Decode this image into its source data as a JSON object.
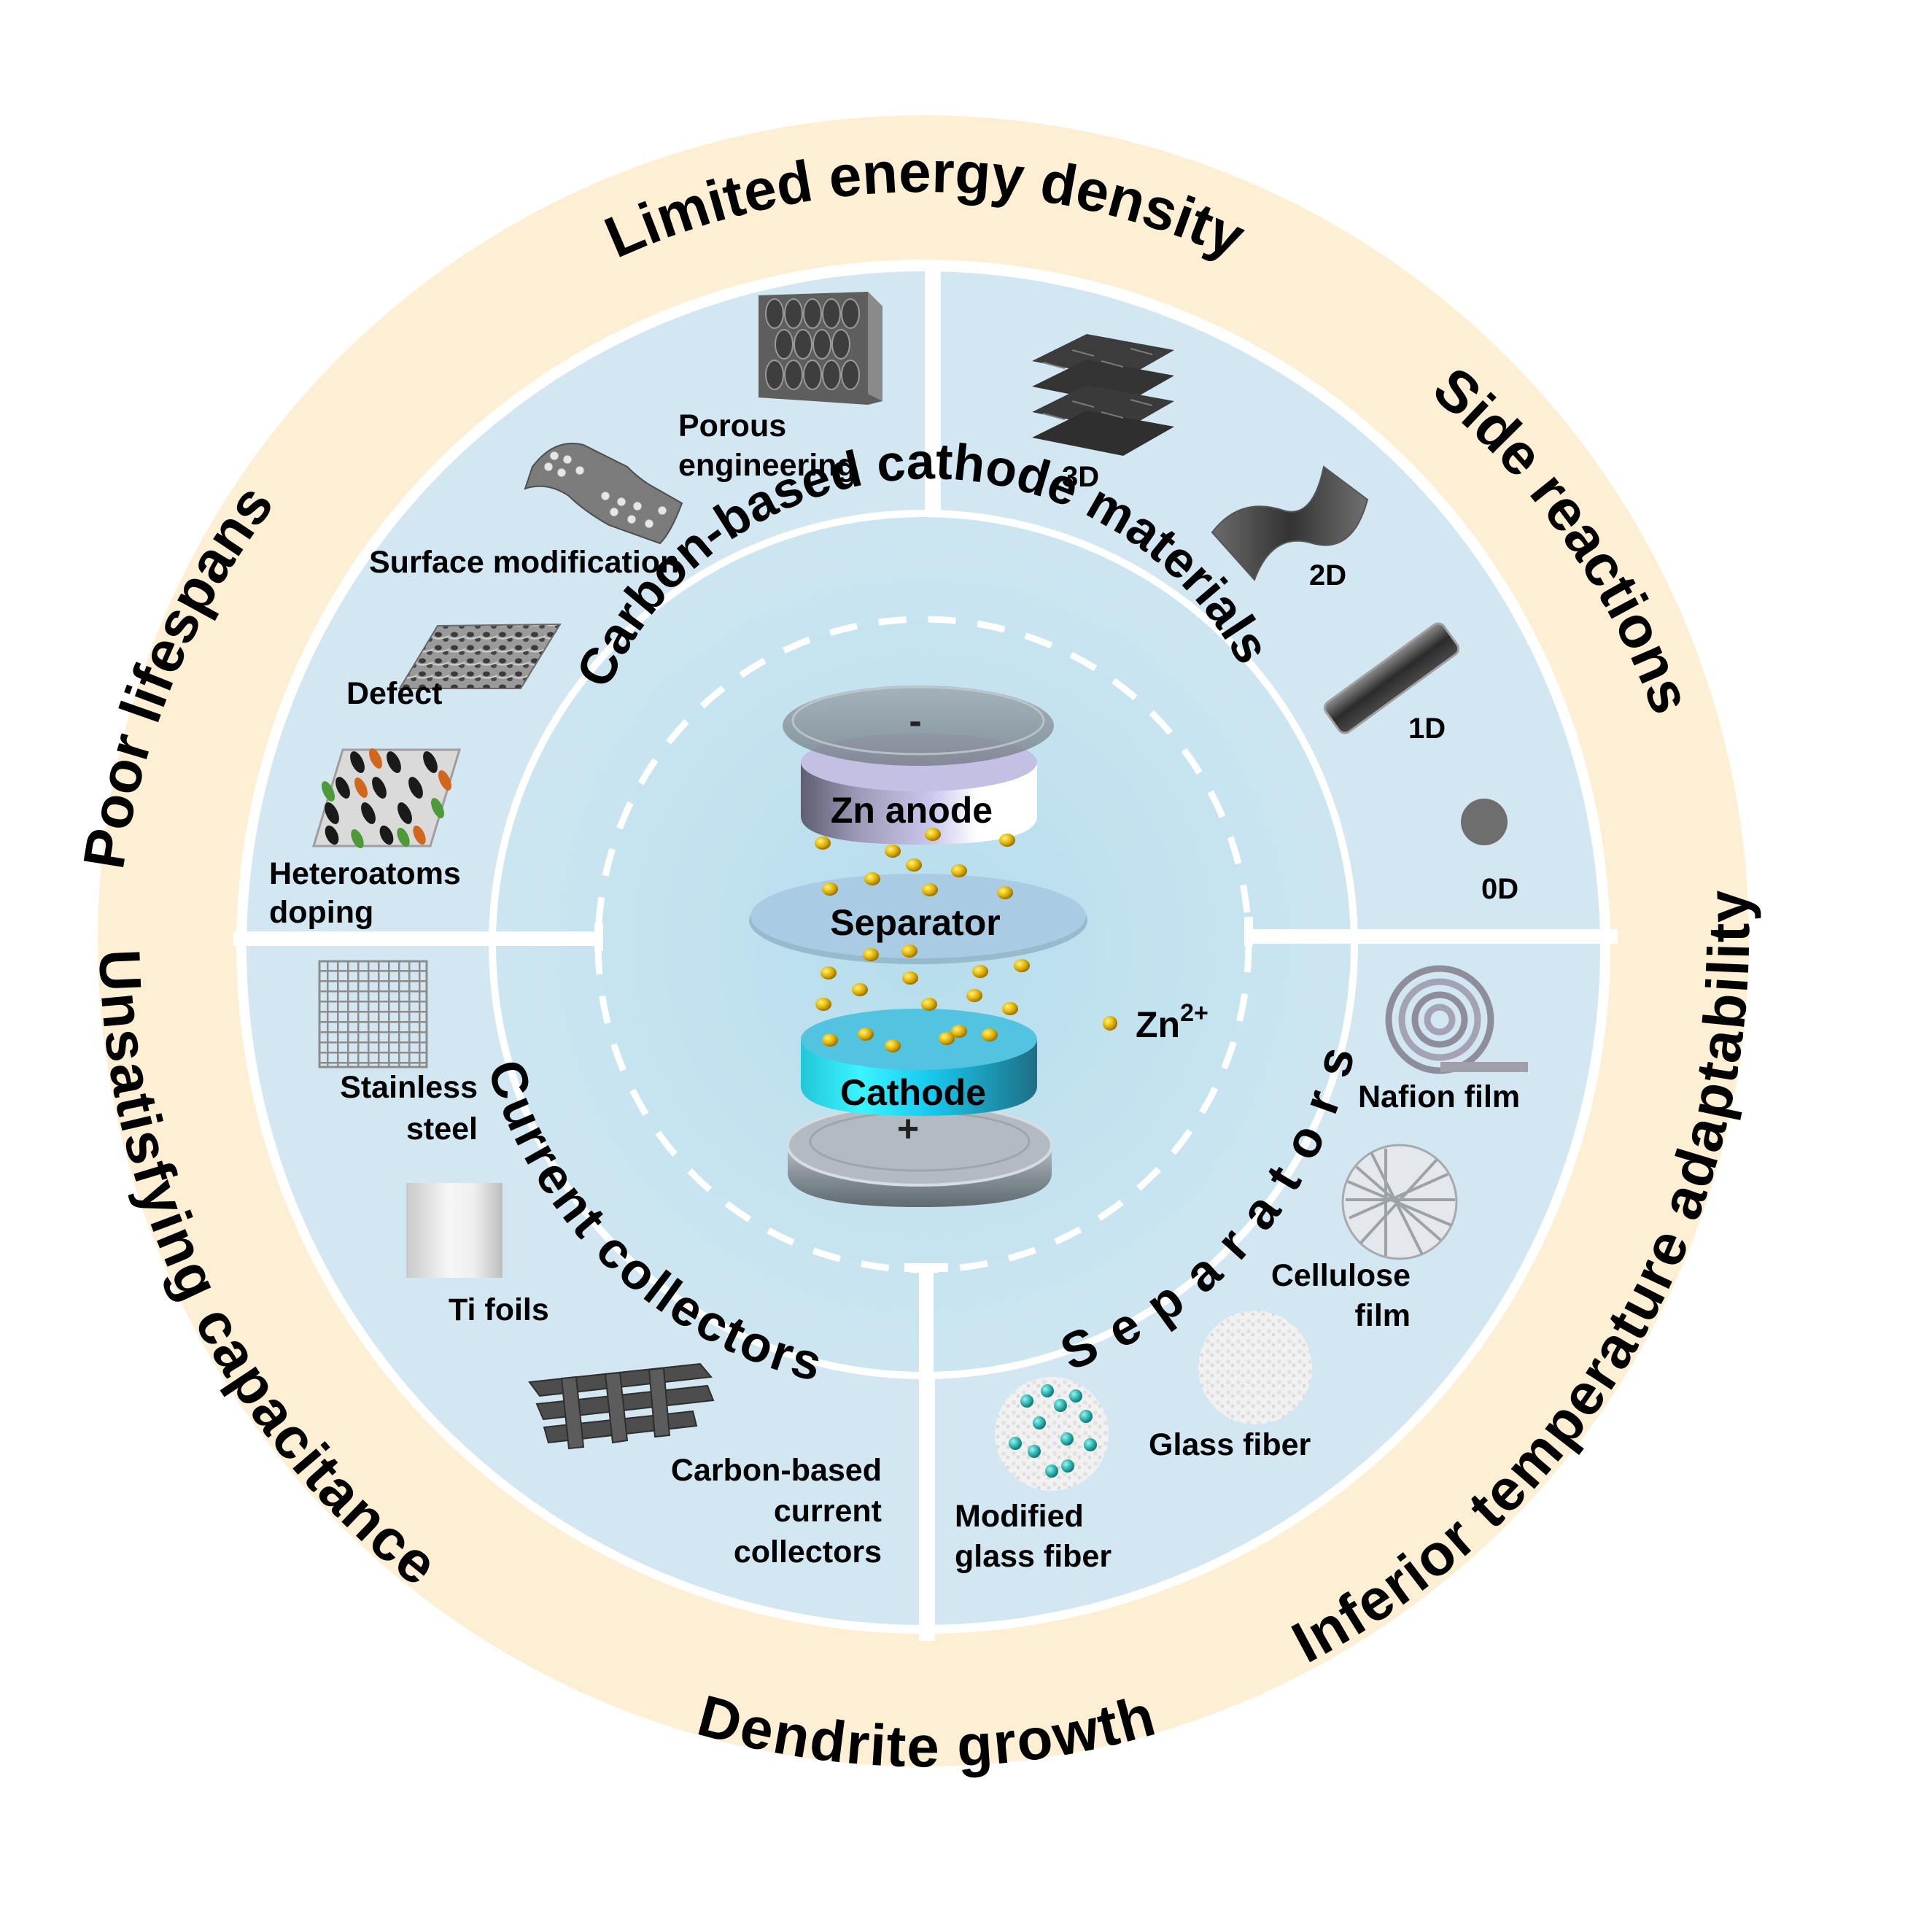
{
  "figure": {
    "type": "circular schematic",
    "topic": "Carbon-based materials for zinc-ion battery cathodes"
  },
  "outer_ring": {
    "challenges": {
      "top": "Limited energy density",
      "top_right": "Side reactions",
      "bottom_right": "Inferior temperature adaptability",
      "bottom": "Dendrite growth",
      "bottom_left": "Unsatisfying capacitance",
      "top_left": "Poor lifespans"
    },
    "colors": {
      "ring": "#FDEFD4",
      "panel": "#D2E7F2",
      "center": "#BCE0EE",
      "divider": "#FFFFFF"
    }
  },
  "inner_ring": {
    "cathode_title": "Carbon-based cathode materials",
    "collectors_title": "Current collectors",
    "separators_title": "Separators"
  },
  "quadrants": {
    "cathode_strategies": {
      "porous": [
        "Porous",
        "engineering"
      ],
      "surface": "Surface modification",
      "defect": "Defect",
      "heteroatoms": [
        "Heteroatoms",
        "doping"
      ]
    },
    "dimensions": {
      "d3": "3D",
      "d2": "2D",
      "d1": "1D",
      "d0": "0D"
    },
    "current_collectors": {
      "stainless": [
        "Stainless",
        "steel"
      ],
      "ti": "Ti foils",
      "carbon": [
        "Carbon-based",
        "current",
        "collectors"
      ]
    },
    "separators": {
      "nafion": "Nafion film",
      "cellulose": [
        "Cellulose",
        "film"
      ],
      "glass": "Glass fiber",
      "modified": [
        "Modified",
        "glass fiber"
      ]
    }
  },
  "battery": {
    "anode_sign": "-",
    "anode_label": "Zn anode",
    "separator_label": "Separator",
    "cathode_label": "Cathode",
    "cathode_sign": "+",
    "ion_legend": {
      "base": "Zn",
      "charge": "2+"
    },
    "ion_color": "#E0B000"
  }
}
